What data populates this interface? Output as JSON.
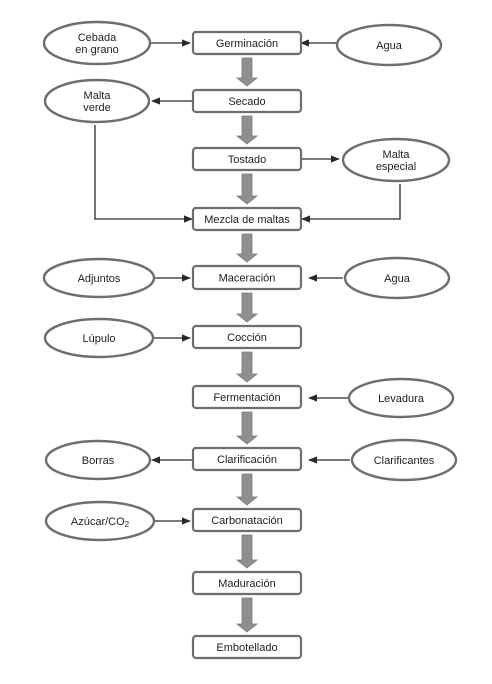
{
  "process_steps": [
    {
      "id": "germinacion",
      "label": "Germinación"
    },
    {
      "id": "secado",
      "label": "Secado"
    },
    {
      "id": "tostado",
      "label": "Tostado"
    },
    {
      "id": "mezcla",
      "label": "Mezcla de maltas"
    },
    {
      "id": "maceracion",
      "label": "Maceración"
    },
    {
      "id": "coccion",
      "label": "Cocción"
    },
    {
      "id": "fermentacion",
      "label": "Fermentación"
    },
    {
      "id": "clarificacion",
      "label": "Clarificación"
    },
    {
      "id": "carbonatacion",
      "label": "Carbonatación"
    },
    {
      "id": "maduracion",
      "label": "Maduración"
    },
    {
      "id": "embotellado",
      "label": "Embotellado"
    }
  ],
  "inputs_outputs": [
    {
      "id": "cebada",
      "lines": [
        "Cebada",
        "en grano"
      ],
      "step": "germinacion",
      "direction": "input"
    },
    {
      "id": "agua-1",
      "lines": [
        "Agua"
      ],
      "step": "germinacion",
      "direction": "input"
    },
    {
      "id": "malta-verde",
      "lines": [
        "Malta",
        "verde"
      ],
      "step": "secado",
      "direction": "output"
    },
    {
      "id": "malta-especial",
      "lines": [
        "Malta",
        "especial"
      ],
      "step": "tostado",
      "direction": "output"
    },
    {
      "id": "adjuntos",
      "lines": [
        "Adjuntos"
      ],
      "step": "maceracion",
      "direction": "input"
    },
    {
      "id": "agua-2",
      "lines": [
        "Agua"
      ],
      "step": "maceracion",
      "direction": "input"
    },
    {
      "id": "lupulo",
      "lines": [
        "Lúpulo"
      ],
      "step": "coccion",
      "direction": "input"
    },
    {
      "id": "levadura",
      "lines": [
        "Levadura"
      ],
      "step": "fermentacion",
      "direction": "input"
    },
    {
      "id": "borras",
      "lines": [
        "Borras"
      ],
      "step": "clarificacion",
      "direction": "output"
    },
    {
      "id": "clarificantes",
      "lines": [
        "Clarificantes"
      ],
      "step": "clarificacion",
      "direction": "input"
    },
    {
      "id": "azucar-co2",
      "lines": [
        "Azúcar/CO",
        "2"
      ],
      "step": "carbonatacion",
      "direction": "input"
    }
  ],
  "colors": {
    "outline": "#6e6e6e",
    "arrow_fill": "#8f8f8f",
    "connector": "#2a2a2a",
    "text": "#222222"
  }
}
